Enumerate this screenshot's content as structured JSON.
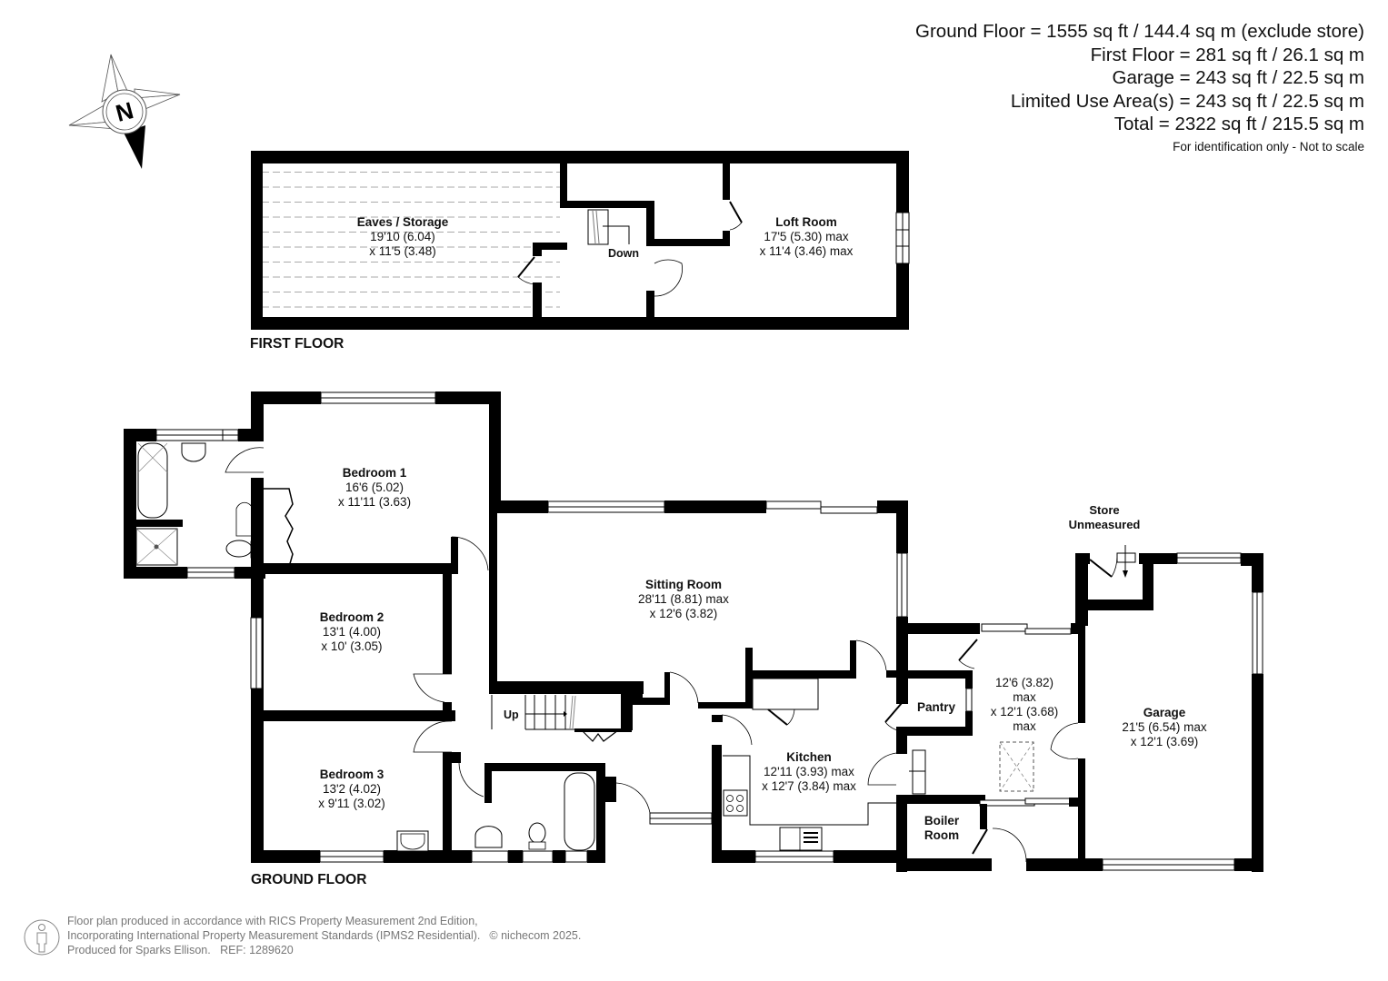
{
  "areas": {
    "lines": [
      "Ground Floor = 1555 sq ft / 144.4 sq m (exclude store)",
      "First Floor = 281 sq ft / 26.1 sq m",
      "Garage = 243 sq ft / 22.5 sq m",
      "Limited Use Area(s) = 243 sq ft / 22.5 sq m",
      "Total = 2322 sq ft / 215.5 sq m"
    ],
    "note": "For identification only - Not to scale"
  },
  "compass": {
    "icon": "north-compass-icon",
    "label": "N"
  },
  "first_floor": {
    "label": "FIRST FLOOR",
    "rooms": [
      {
        "name": "Eaves / Storage",
        "dim1": "19'10 (6.04)",
        "dim2": "x 11'5 (3.48)"
      },
      {
        "name": "Loft Room",
        "dim1": "17'5 (5.30) max",
        "dim2": "x 11'4 (3.46) max"
      }
    ],
    "stairs_label": "Down"
  },
  "ground_floor": {
    "label": "GROUND FLOOR",
    "rooms": [
      {
        "name": "Bedroom 1",
        "dim1": "16'6 (5.02)",
        "dim2": "x 11'11 (3.63)"
      },
      {
        "name": "Bedroom 2",
        "dim1": "13'1 (4.00)",
        "dim2": "x 10' (3.05)"
      },
      {
        "name": "Bedroom 3",
        "dim1": "13'2 (4.02)",
        "dim2": "x 9'11 (3.02)"
      },
      {
        "name": "Sitting Room",
        "dim1": "28'11 (8.81) max",
        "dim2": "x 12'6 (3.82)"
      },
      {
        "name": "Kitchen",
        "dim1": "12'11 (3.93) max",
        "dim2": "x 12'7 (3.84) max"
      },
      {
        "name": "Garage",
        "dim1": "21'5 (6.54) max",
        "dim2": "x 12'1 (3.69)"
      },
      {
        "name": "",
        "dim1": "12'6 (3.82)",
        "dim2": "max",
        "dim3": "x 12'1 (3.68)",
        "dim4": "max"
      }
    ],
    "pantry": "Pantry",
    "boiler_room_1": "Boiler",
    "boiler_room_2": "Room",
    "store_1": "Store",
    "store_2": "Unmeasured",
    "stairs_label": "Up"
  },
  "footer": {
    "line1": "Floor plan produced in accordance with RICS Property Measurement 2nd Edition,",
    "line2": "Incorporating International Property Measurement Standards (IPMS2 Residential).",
    "copyright": "© nichecom 2025.",
    "line3": "Produced for Sparks Ellison.   REF: 1289620"
  }
}
